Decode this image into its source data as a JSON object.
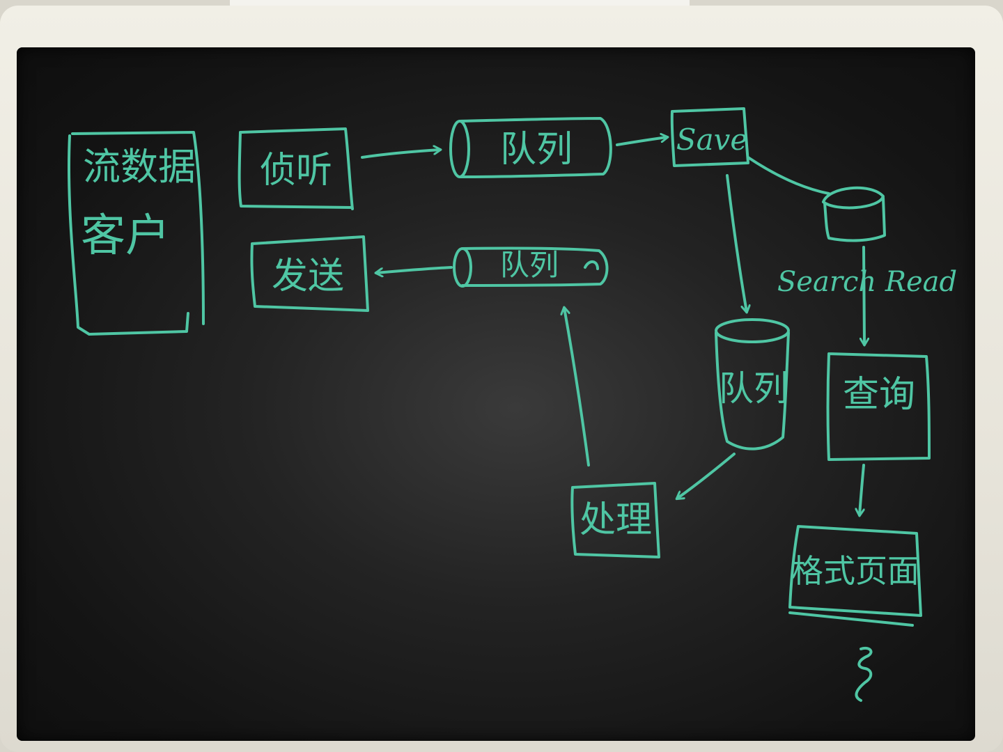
{
  "board": {
    "ink_color": "#4fc6a4",
    "board_color": "#141414",
    "frame_color": "#ece9df"
  },
  "nodes": {
    "client": "流数据",
    "client_sub": "客户",
    "listen": "侦听",
    "queue_in": "队列",
    "save": "Save",
    "queue_out": "队列",
    "send": "发送",
    "store": "队列",
    "query": "查询",
    "process": "处理",
    "display": "格式页面"
  },
  "labels": {
    "search_read": "Search Read"
  }
}
